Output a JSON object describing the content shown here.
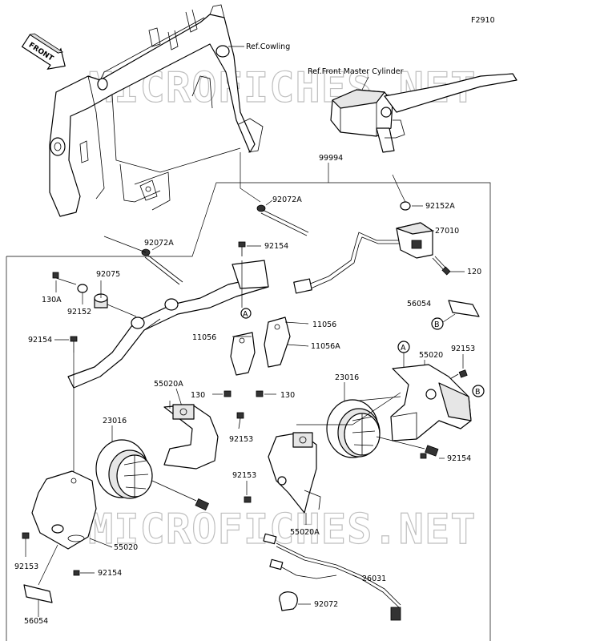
{
  "figure_code": "F2910",
  "direction_label": "FRONT",
  "watermark": "MICROFICHES.NET",
  "references": {
    "cowling": "Ref.Cowling",
    "front_master_cylinder": "Ref.Front Master Cylinder"
  },
  "callouts": {
    "kit": "99994",
    "p_92072A_top": "92072A",
    "p_92152A": "92152A",
    "p_27010": "27010",
    "p_120": "120",
    "p_92072A_left": "92072A",
    "p_92154_top": "92154",
    "p_92075": "92075",
    "p_130A": "130A",
    "p_92152": "92152",
    "p_56054_right": "56054",
    "marker_B_right": "B",
    "p_92154_left": "92154",
    "marker_A_left": "A",
    "p_11056_right": "11056",
    "p_11056_left": "11056",
    "p_11056A": "11056A",
    "marker_A_right": "A",
    "p_55020_right": "55020",
    "p_92153_right": "92153",
    "p_23016_right": "23016",
    "marker_B_far": "B",
    "p_130_left": "130",
    "p_130_right": "130",
    "p_55020A_left": "55020A",
    "p_23016_left": "23016",
    "p_92153_mid": "92153",
    "p_92154_right": "92154",
    "p_92153_mid2": "92153",
    "p_55020A_right": "55020A",
    "p_55020_left": "55020",
    "p_92153_left": "92153",
    "p_92154_bottom": "92154",
    "p_26031": "26031",
    "p_56054_left": "56054",
    "p_92072": "92072"
  }
}
